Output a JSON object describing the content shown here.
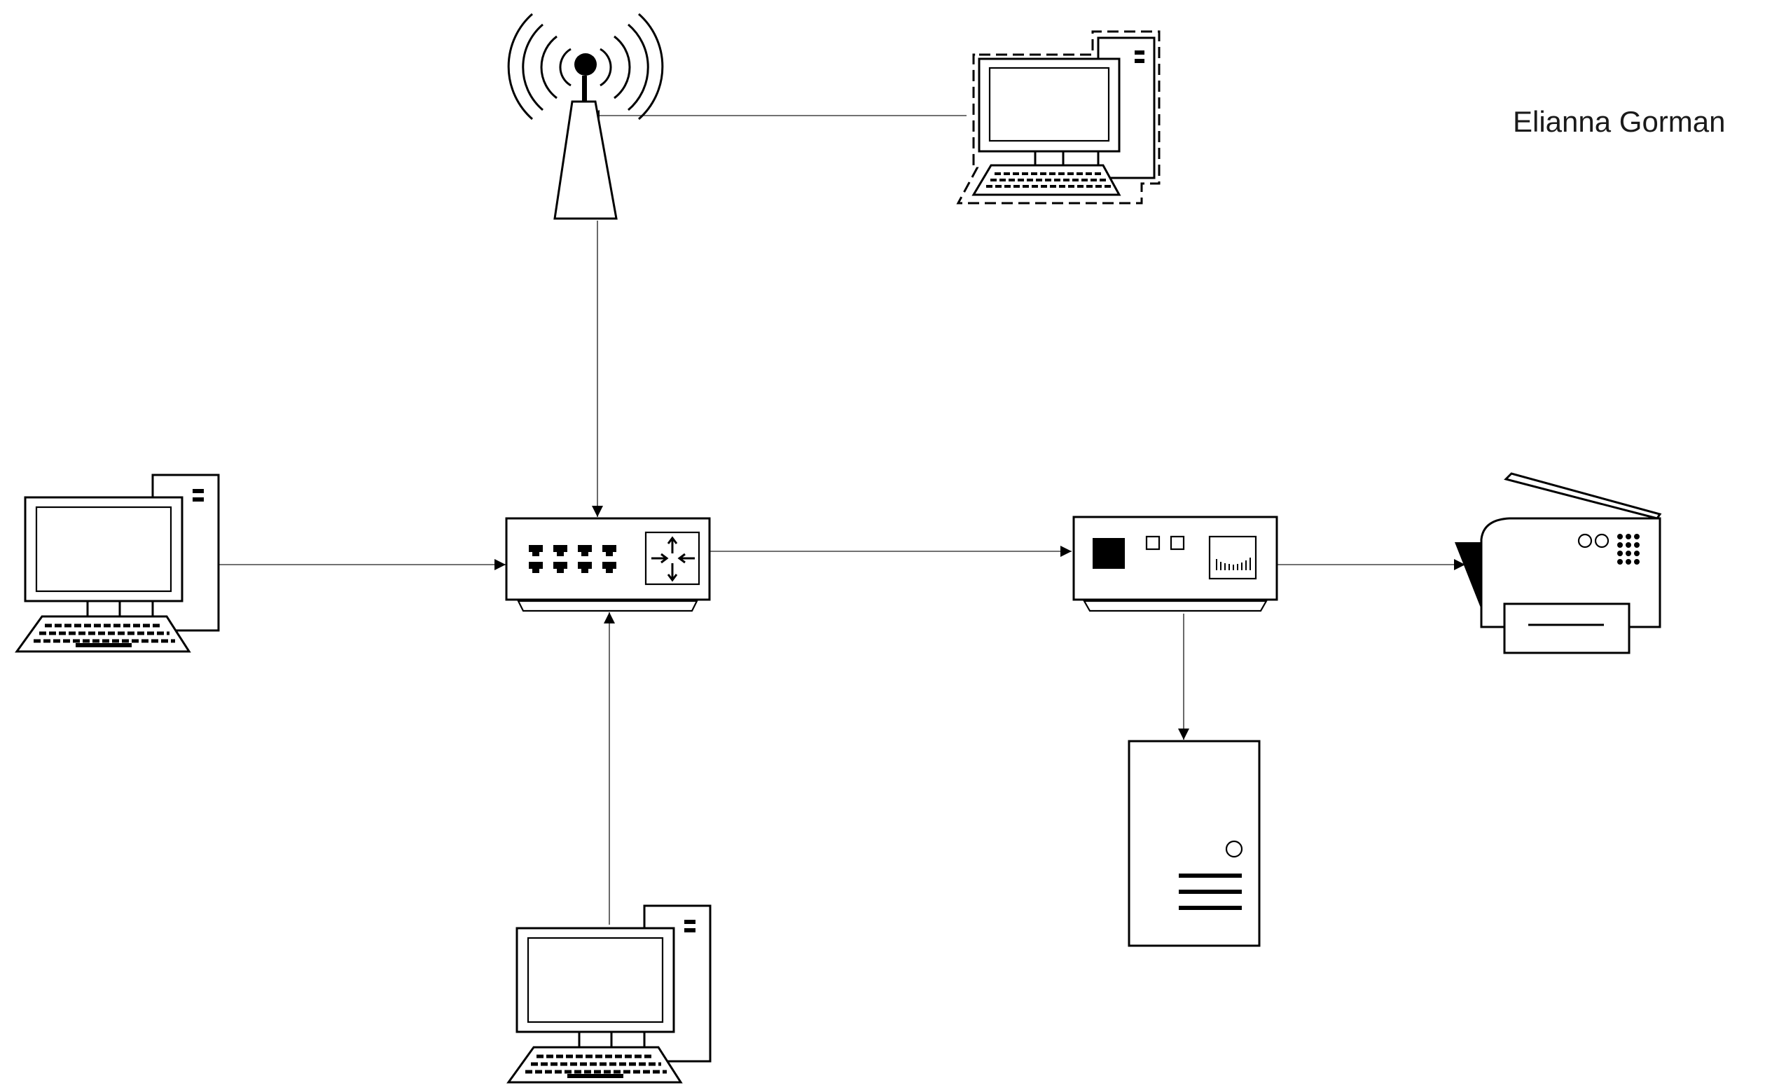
{
  "author_label": "Elianna Gorman",
  "colors": {
    "line": "#444444",
    "ink": "#000000",
    "background": "#ffffff"
  },
  "nodes": [
    {
      "id": "wireless-antenna",
      "icon": "antenna-icon"
    },
    {
      "id": "remote-workstation",
      "icon": "workstation-dashed-icon"
    },
    {
      "id": "workstation-left",
      "icon": "workstation-icon"
    },
    {
      "id": "network-switch",
      "icon": "switch-icon"
    },
    {
      "id": "router-device",
      "icon": "router-icon"
    },
    {
      "id": "multifunction-printer",
      "icon": "printer-icon"
    },
    {
      "id": "file-server",
      "icon": "server-tower-icon"
    },
    {
      "id": "workstation-bottom",
      "icon": "workstation-icon"
    }
  ],
  "connections": [
    {
      "from": "remote-workstation",
      "to": "wireless-antenna"
    },
    {
      "from": "wireless-antenna",
      "to": "network-switch"
    },
    {
      "from": "workstation-left",
      "to": "network-switch"
    },
    {
      "from": "workstation-bottom",
      "to": "network-switch"
    },
    {
      "from": "network-switch",
      "to": "router-device"
    },
    {
      "from": "router-device",
      "to": "multifunction-printer"
    },
    {
      "from": "router-device",
      "to": "file-server"
    }
  ]
}
